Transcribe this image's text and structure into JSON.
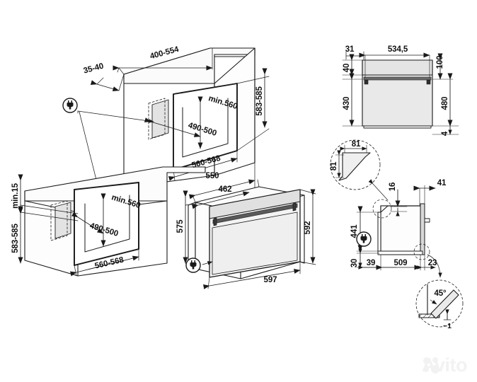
{
  "document": {
    "type": "technical-installation-drawing",
    "subject": "Built-in oven installation dimensions",
    "units": "mm",
    "background_color": "#ffffff",
    "line_color": "#1a1a1a",
    "fill_light": "#e8e8e8",
    "fill_panel": "#555555"
  },
  "views": {
    "upper_cabinet": {
      "name": "Upper cabinet niche (isometric)",
      "dims": {
        "depth_range": "400-554",
        "gap": "35-40",
        "niche_height": "min.560",
        "niche_depth": "490-500",
        "niche_width": "560-568",
        "front_height": "583-585"
      }
    },
    "under_counter_cabinet": {
      "name": "Under-counter niche (isometric)",
      "dims": {
        "top_clearance": "min.15",
        "front_height": "583-585",
        "niche_height": "min.560",
        "niche_depth": "490-500",
        "niche_width": "560-568"
      }
    },
    "oven_isometric": {
      "name": "Oven body (isometric)",
      "dims": {
        "depth_total": "550",
        "depth_body": "462",
        "body_height": "575",
        "front_height": "592",
        "front_width": "597"
      }
    },
    "front_view": {
      "name": "Door front view",
      "dims": {
        "left_offset": "31",
        "handle_width": "534,5",
        "panel_height": "40",
        "door_height": "430",
        "top_offset": "100",
        "overall_height": "480",
        "bottom_offset": "4"
      }
    },
    "corner_detail": {
      "name": "Corner chamfer detail",
      "dims": {
        "horizontal": "81",
        "vertical": "81"
      }
    },
    "plan_view": {
      "name": "Top plan view",
      "dims": {
        "rear_offset": "16",
        "side_offset": "41",
        "inner_depth": "441",
        "front_offset": "30",
        "left_offset": "39",
        "body_width": "509",
        "right_offset": "23"
      }
    },
    "angle_detail": {
      "name": "Edge bevel detail",
      "dims": {
        "angle": "45°",
        "thickness": "~1"
      }
    }
  },
  "icons": {
    "power_plug": "plug-icon",
    "plug_count": 3
  },
  "watermark": {
    "text": "Avito",
    "color": "#f2f2f2"
  }
}
